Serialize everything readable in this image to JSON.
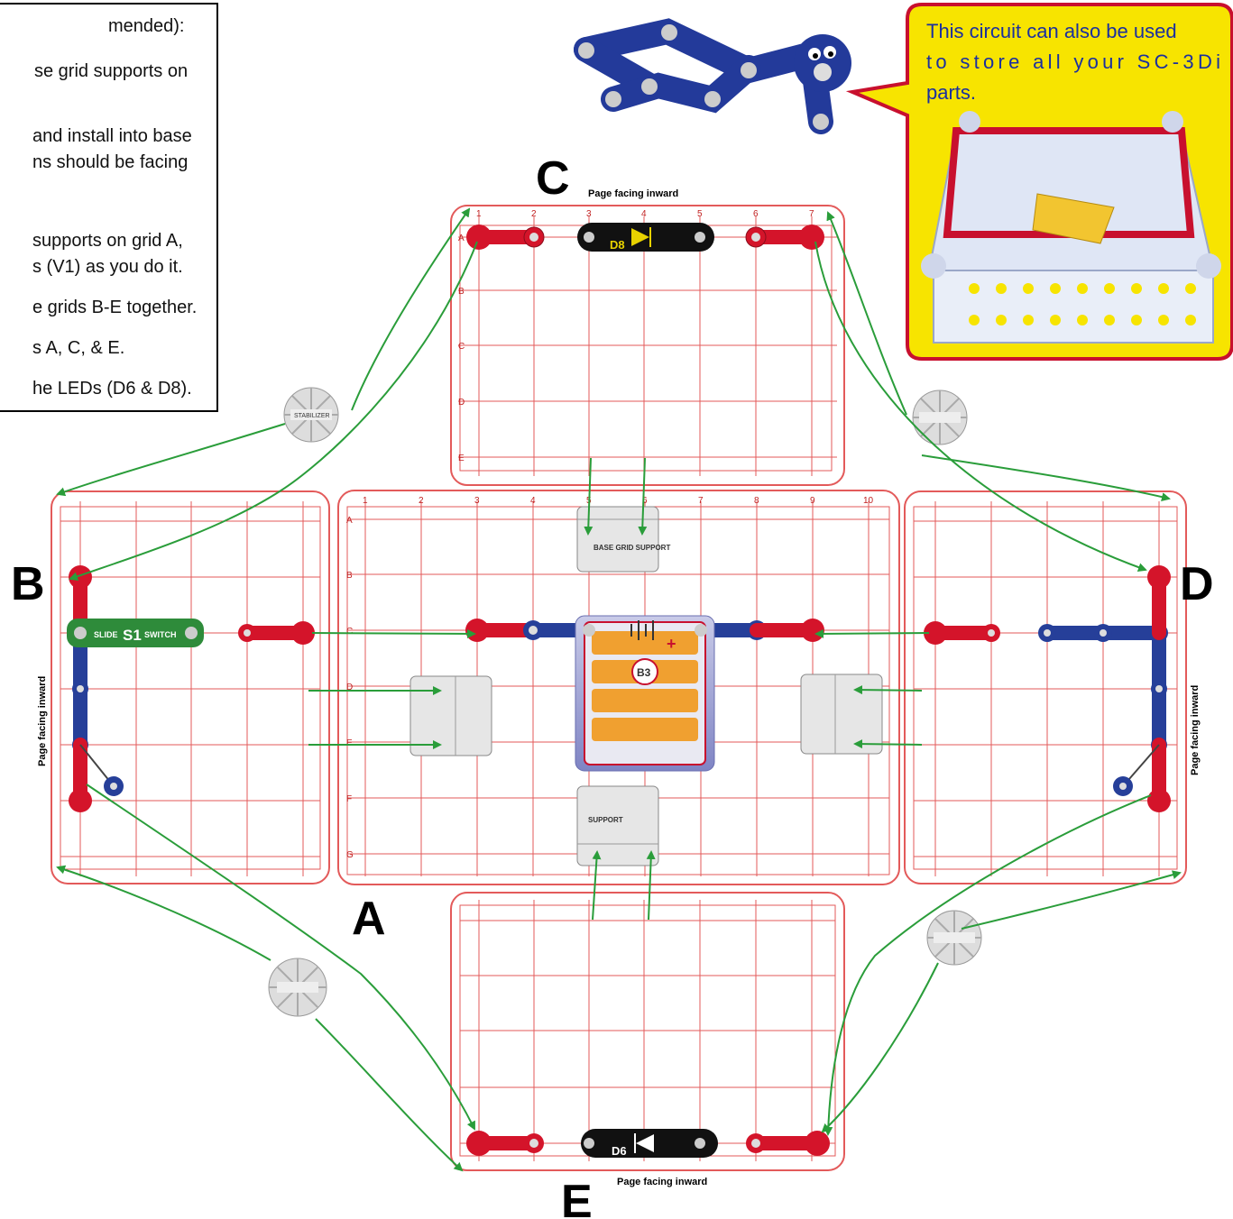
{
  "instructions": {
    "lines": [
      "mended):",
      "se grid supports on",
      "and install into base",
      "ns should be facing",
      "supports on grid A,",
      "s (V1) as you do it.",
      "e grids B-E together.",
      "s A, C, & E.",
      "he LEDs (D6 & D8)."
    ]
  },
  "callout": {
    "lines": [
      "This circuit can also be used",
      "to store all your SC-3Di",
      "parts."
    ],
    "colors": {
      "fill": "#f7e400",
      "border": "#c8102e",
      "text": "#1a2fa0"
    }
  },
  "grids": {
    "A": {
      "label": "A",
      "columns": [
        "1",
        "2",
        "3",
        "4",
        "5",
        "6",
        "7",
        "8",
        "9",
        "10"
      ],
      "rows": [
        "A",
        "B",
        "C",
        "D",
        "E",
        "F",
        "G"
      ]
    },
    "B": {
      "label": "B",
      "page_note": "Page facing inward"
    },
    "C": {
      "label": "C",
      "page_note": "Page facing inward",
      "columns": [
        "1",
        "2",
        "3",
        "4",
        "5",
        "6",
        "7"
      ],
      "rows": [
        "A",
        "B",
        "C",
        "D",
        "E"
      ]
    },
    "D": {
      "label": "D",
      "page_note": "Page facing inward"
    },
    "E": {
      "label": "E",
      "page_note": "Page facing inward"
    }
  },
  "parts": {
    "base_grid_support": "BASE GRID SUPPORT",
    "switch": {
      "label": "S1",
      "name": "SWITCH",
      "sub": "SLIDE"
    },
    "led_top": {
      "id": "D8"
    },
    "led_bottom": {
      "id": "D6"
    },
    "battery": {
      "id": "B3"
    },
    "stabilizer": "STABILIZER"
  },
  "colors": {
    "grid_line": "#e35a5a",
    "arrow": "#2a9d3a",
    "red_snap": "#d4142a",
    "blue_snap": "#263f99",
    "green_switch": "#2e8b3a"
  }
}
